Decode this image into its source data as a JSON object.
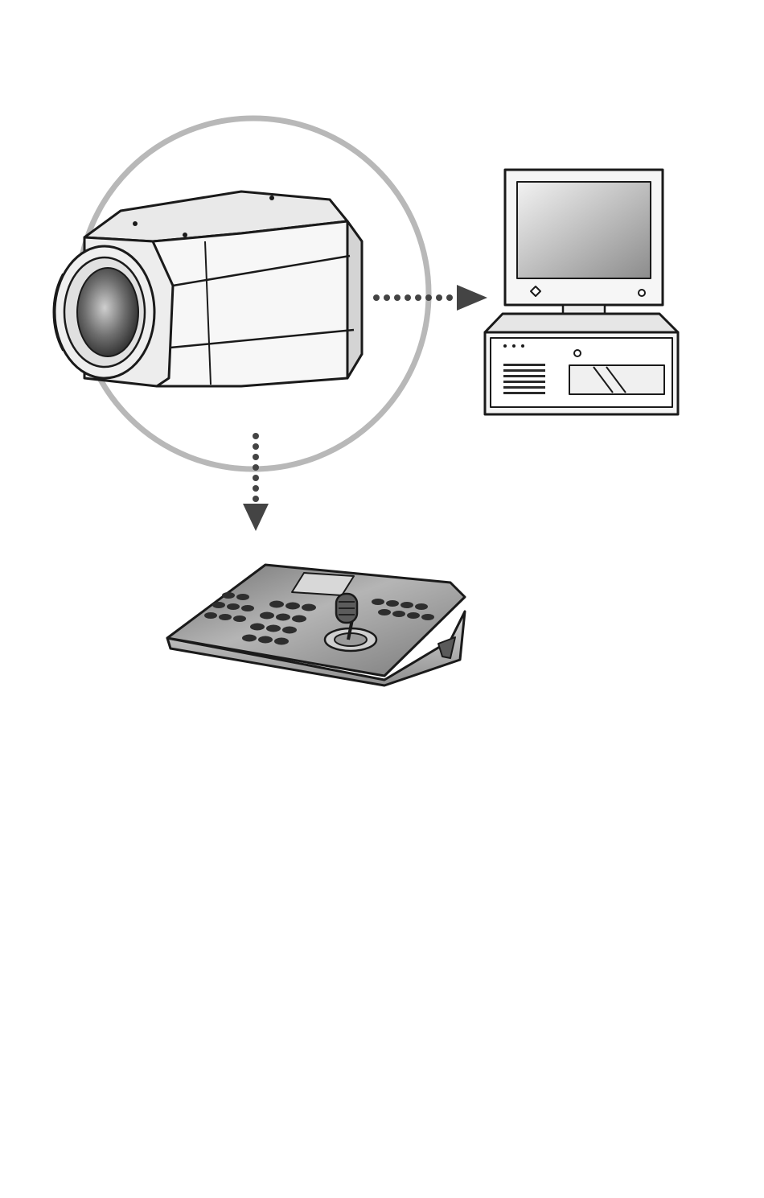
{
  "diagram": {
    "nodes": [
      {
        "id": "camera",
        "icon": "cctv-box-camera-icon"
      },
      {
        "id": "monitor",
        "icon": "desktop-monitor-icon"
      },
      {
        "id": "recorder",
        "icon": "dvr-recorder-icon"
      },
      {
        "id": "keyboard",
        "icon": "ptz-controller-keyboard-icon"
      }
    ],
    "connections": [
      {
        "from": "camera",
        "to": "monitor",
        "style": "dotted-arrow"
      },
      {
        "from": "camera",
        "to": "keyboard",
        "style": "dotted-arrow"
      }
    ]
  },
  "colors": {
    "background": "#ffffff",
    "outline": "#1a1a1a",
    "ring": "#b8b8b8",
    "arrow": "#444444",
    "body_fill": "#f4f4f4",
    "shade": "#9a9a9a"
  }
}
